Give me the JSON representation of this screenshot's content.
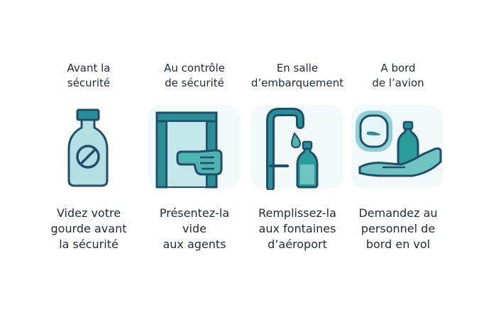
{
  "steps": [
    {
      "title_lines": [
        "Avant la",
        "sécurité"
      ],
      "desc_lines": [
        "Videz votre",
        "gourde avant",
        "la sécurité"
      ],
      "icon": "empty-bottle-icon"
    },
    {
      "title_lines": [
        "Au contrôle",
        "de sécurité"
      ],
      "desc_lines": [
        "Présentez-la",
        "vide",
        "aux agents"
      ],
      "icon": "security-gate-icon"
    },
    {
      "title_lines": [
        "En salle",
        "d’embarquement"
      ],
      "desc_lines": [
        "Remplissez-la",
        "aux fontaines",
        "d’aéroport"
      ],
      "icon": "water-fountain-icon"
    },
    {
      "title_lines": [
        "A bord",
        "de l’avion"
      ],
      "desc_lines": [
        "Demandez au",
        "personnel de",
        "bord en vol"
      ],
      "icon": "airplane-service-icon"
    }
  ],
  "colors": {
    "outline": "#1f4d6b",
    "teal": "#2a9d9a",
    "light_teal": "#9fd6d8",
    "pale": "#d7eef0",
    "text": "#1b2a3a"
  }
}
